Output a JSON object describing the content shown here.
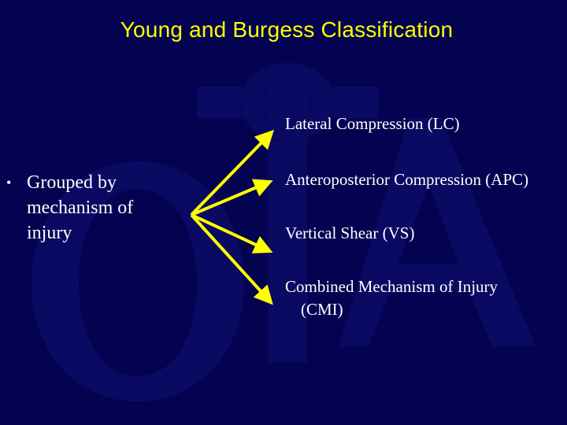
{
  "title": "Young and Burgess Classification",
  "bullet": {
    "marker": "•",
    "text_lines": [
      "Grouped by",
      "mechanism of",
      "injury"
    ]
  },
  "categories": [
    {
      "line1": "Lateral Compression (LC)"
    },
    {
      "line1": "Anteroposterior Compression (APC)"
    },
    {
      "line1": "Vertical Shear (VS)"
    },
    {
      "line1": "Combined Mechanism of Injury",
      "line2": "(CMI)"
    }
  ],
  "watermark": {
    "text": "OTA"
  },
  "colors": {
    "background": "#030352",
    "title": "#ffff00",
    "arrow": "#ffff00",
    "text": "#ffffff",
    "watermark": "#0a0a63"
  }
}
